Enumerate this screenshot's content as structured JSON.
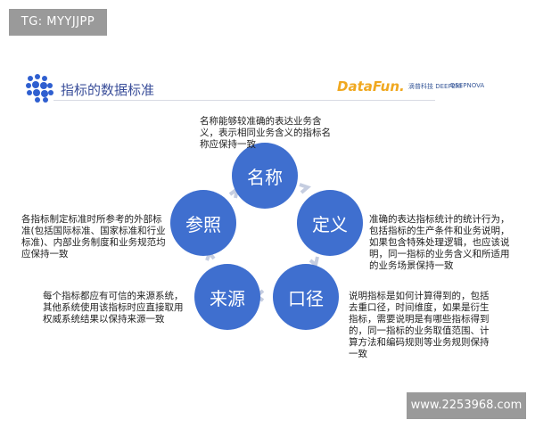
{
  "watermark_top": "TG: MYYJJPP",
  "watermark_bottom": "www.2253968.com",
  "header": {
    "title": "指标的数据标准",
    "logos": [
      "DataFun.",
      "滴普科技 DEEPEXI",
      "DEEPNOVA"
    ]
  },
  "nodes": [
    {
      "label": "名称",
      "desc": "名称能够较准确的表达业务含义，表示相同业务含义的指标名称应保持一致"
    },
    {
      "label": "定义",
      "desc": "准确的表达指标统计的统计行为，包括指标的生产条件和业务说明，如果包含特殊处理逻辑，也应该说明，同一指标的业务含义和所适用的业务场景保持一致"
    },
    {
      "label": "口径",
      "desc": "说明指标是如何计算得到的，包括去重口径，时间维度，如果是衍生指标，需要说明是有哪些指标得到的，同一指标的业务取值范围、计算方法和编码规则等业务规则保持一致"
    },
    {
      "label": "来源",
      "desc": "每个指标都应有可信的来源系统，其他系统使用该指标时应直接取用权威系统结果以保持来源一致"
    },
    {
      "label": "参照",
      "desc": "各指标制定标准时所参考的外部标准(包括国际标准、国家标准和行业标准)、内部业务制度和业务规范均应保持一致"
    }
  ]
}
